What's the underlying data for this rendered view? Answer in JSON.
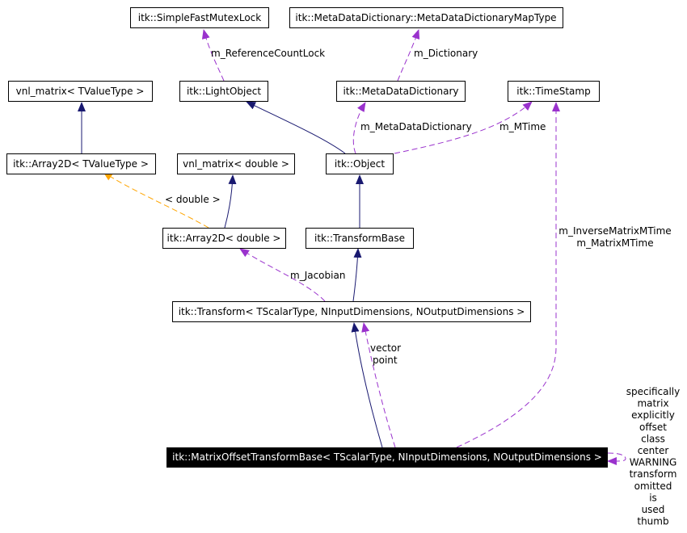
{
  "nodes": {
    "simple_fast_mutex_lock": "itk::SimpleFastMutexLock",
    "meta_data_dictionary_map_type": "itk::MetaDataDictionary::MetaDataDictionaryMapType",
    "vnl_matrix_tvaluetype": "vnl_matrix< TValueType >",
    "light_object": "itk::LightObject",
    "meta_data_dictionary": "itk::MetaDataDictionary",
    "time_stamp": "itk::TimeStamp",
    "array2d_tvaluetype": "itk::Array2D< TValueType >",
    "vnl_matrix_double": "vnl_matrix< double >",
    "object": "itk::Object",
    "array2d_double": "itk::Array2D< double >",
    "transform_base": "itk::TransformBase",
    "transform": "itk::Transform< TScalarType, NInputDimensions, NOutputDimensions >",
    "matrix_offset_transform_base": "itk::MatrixOffsetTransformBase< TScalarType, NInputDimensions, NOutputDimensions >"
  },
  "edge_labels": {
    "reference_count_lock": "m_ReferenceCountLock",
    "dictionary": "m_Dictionary",
    "meta_data_dictionary": "m_MetaDataDictionary",
    "mtime": "m_MTime",
    "double_template": "< double >",
    "jacobian": "m_Jacobian",
    "inverse_matrix_mtime": "m_InverseMatrixMTime",
    "matrix_mtime": "m_MatrixMTime",
    "vector": "vector",
    "point": "point"
  },
  "self_labels": [
    "specifically",
    "matrix",
    "explicitly",
    "offset",
    "class",
    "center",
    "WARNING",
    "transform",
    "omitted",
    "is",
    "used",
    "thumb"
  ],
  "colors": {
    "inheritance": "#191970",
    "usage": "#9a32cd",
    "template": "#ffa500",
    "focus_fill": "#000000",
    "focus_text": "#ffffff"
  }
}
